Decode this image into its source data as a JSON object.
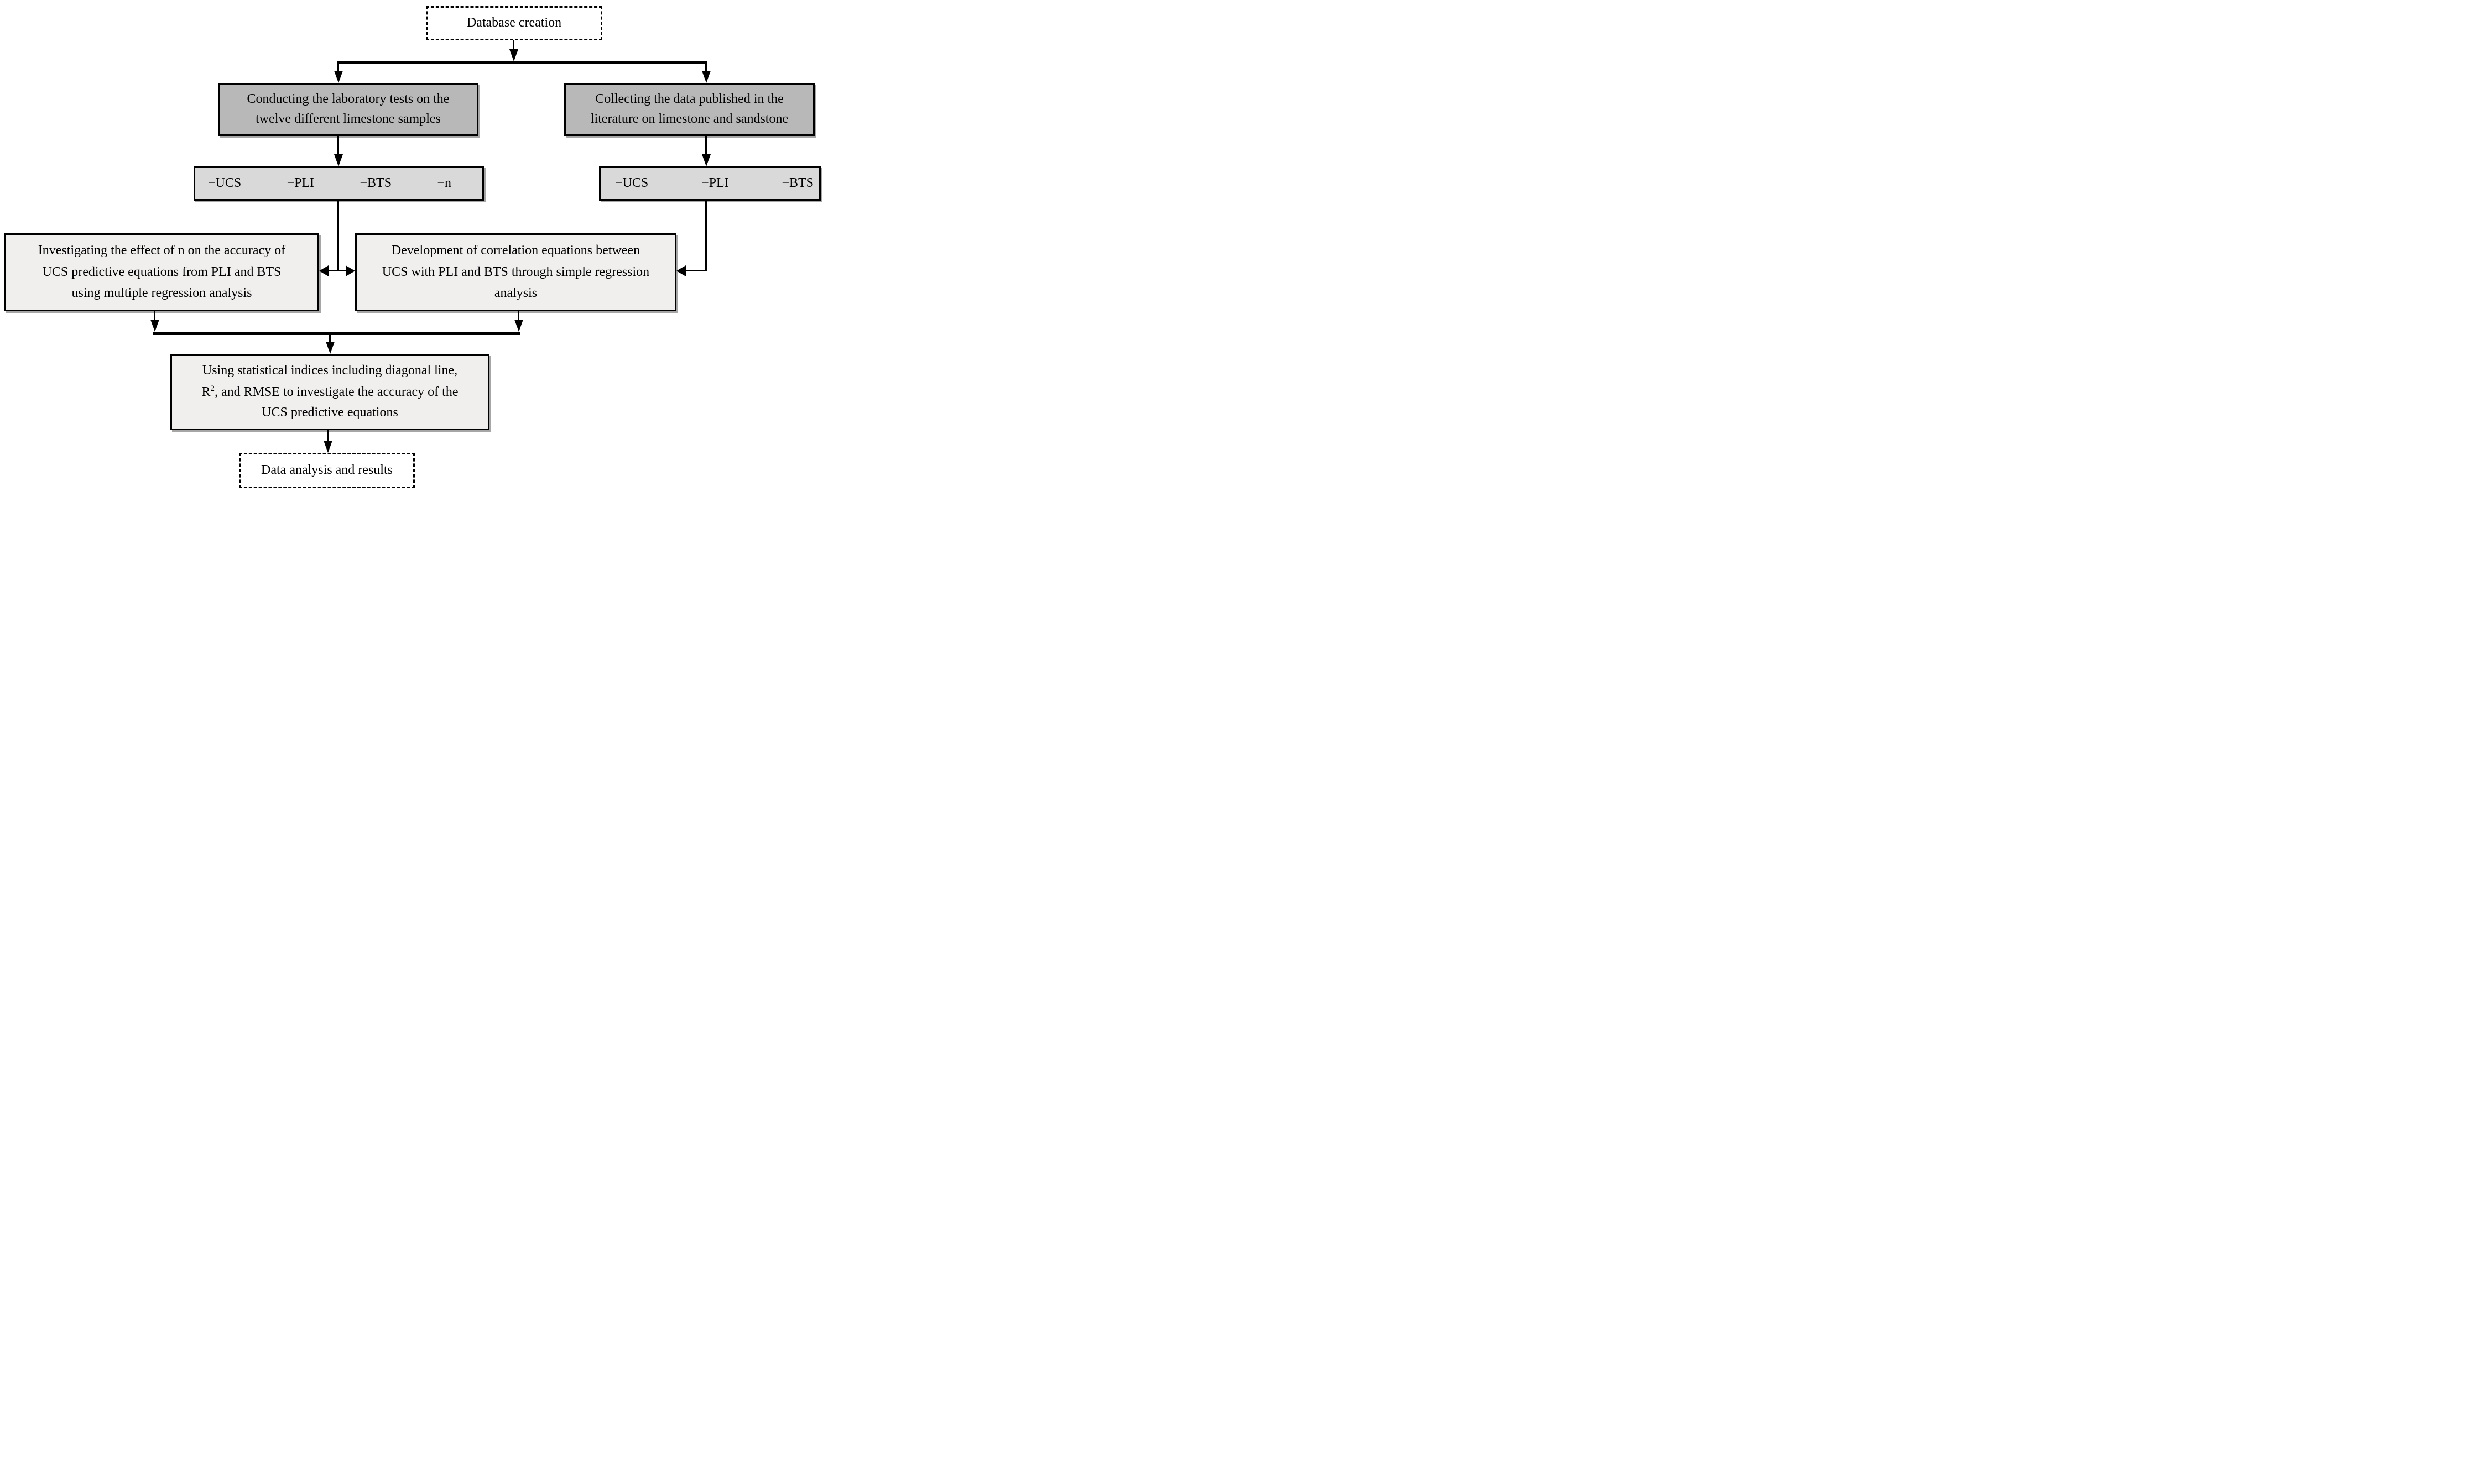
{
  "diagram": {
    "type": "flowchart",
    "colors": {
      "top_box_fill": "#b8b8b8",
      "params_box_fill": "#d9d9d9",
      "process_box_fill": "#f0efee",
      "terminal_box_fill": "#ffffff",
      "line_color": "#000000"
    },
    "boxes": {
      "database_creation": {
        "label": "Database creation"
      },
      "lab_tests": {
        "lines": {
          "0": "Conducting the laboratory tests on the",
          "1": "twelve different limestone samples"
        }
      },
      "literature_data": {
        "lines": {
          "0": "Collecting the data published in the",
          "1": "literature on limestone and sandstone"
        }
      },
      "lab_parameters": {
        "items": {
          "0": "−UCS",
          "1": "−PLI",
          "2": "−BTS",
          "3": "−n"
        }
      },
      "literature_parameters": {
        "items": {
          "0": "−UCS",
          "1": "−PLI",
          "2": "−BTS"
        }
      },
      "multiple_regression": {
        "lines": {
          "0": "Investigating the effect of n on the accuracy of",
          "1": "UCS predictive equations from PLI and BTS",
          "2": "using multiple regression analysis"
        }
      },
      "simple_regression": {
        "lines": {
          "0": "Development of correlation equations between",
          "1": "UCS with PLI and BTS through simple regression",
          "2": "analysis"
        }
      },
      "statistical_indices": {
        "line1": "Using statistical indices including diagonal line,",
        "line2_r": "R",
        "line2_sup": "2",
        "line2_rest": ", and RMSE to investigate the accuracy of the",
        "line3": "UCS predictive equations"
      },
      "data_analysis": {
        "label": "Data analysis and results"
      }
    }
  }
}
